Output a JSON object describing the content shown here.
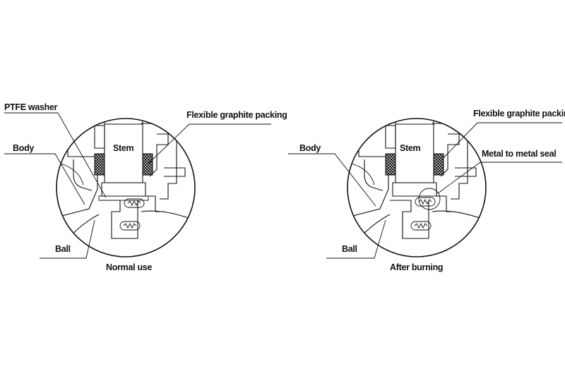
{
  "left": {
    "labels": {
      "ptfe_washer": "PTFE washer",
      "flexible_graphite_packing": "Flexible graphite packing",
      "body": "Body",
      "stem": "Stem",
      "ball": "Ball"
    },
    "caption": "Normal use"
  },
  "right": {
    "labels": {
      "flexible_graphite_packing": "Flexible graphite packing",
      "metal_to_metal_seal": "Metal to metal seal",
      "body": "Body",
      "stem": "Stem",
      "ball": "Ball"
    },
    "caption": "After burning"
  }
}
